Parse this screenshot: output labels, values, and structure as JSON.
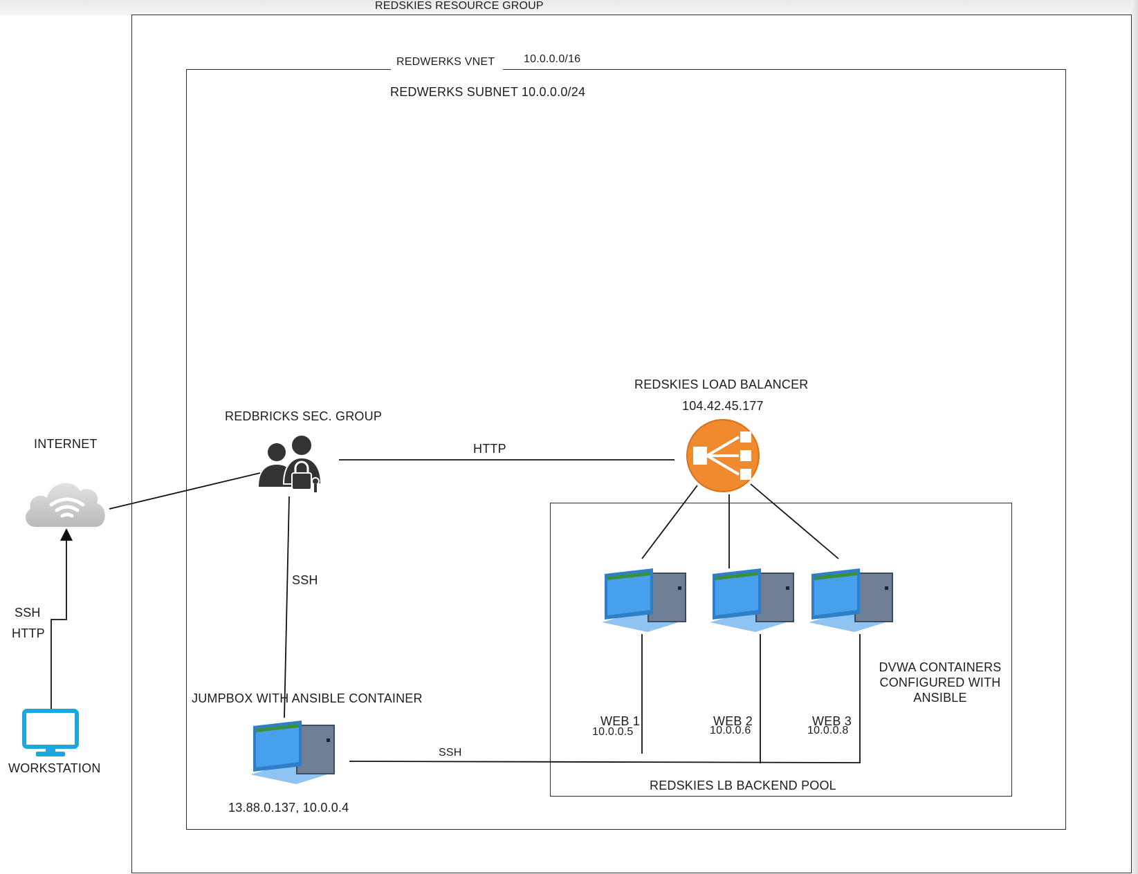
{
  "resource_group": {
    "label": "REDSKIES RESOURCE GROUP"
  },
  "vnet": {
    "label": "REDWERKS VNET",
    "cidr": "10.0.0.0/16"
  },
  "subnet": {
    "label": "REDWERKS SUBNET 10.0.0.0/24"
  },
  "internet": {
    "label": "INTERNET"
  },
  "workstation": {
    "label": "WORKSTATION",
    "link_labels": [
      "SSH",
      "HTTP"
    ]
  },
  "security_group": {
    "label": "REDBRICKS SEC. GROUP"
  },
  "load_balancer": {
    "label": "REDSKIES LOAD BALANCER",
    "ip": "104.42.45.177"
  },
  "links": {
    "sg_to_lb": "HTTP",
    "sg_to_jumpbox": "SSH",
    "jumpbox_to_web": "SSH"
  },
  "jumpbox": {
    "label": "JUMPBOX WITH ANSIBLE CONTAINER",
    "ip": "13.88.0.137, 10.0.0.4"
  },
  "backend_pool": {
    "label": "REDSKIES LB BACKEND POOL",
    "note_lines": [
      "DVWA CONTAINERS",
      "CONFIGURED WITH",
      "ANSIBLE"
    ]
  },
  "web_servers": [
    {
      "name": "WEB 1",
      "ip": "10.0.0.5"
    },
    {
      "name": "WEB 2",
      "ip": "10.0.0.6"
    },
    {
      "name": "WEB 3",
      "ip": "10.0.0.8"
    }
  ],
  "colors": {
    "load_balancer": "#f08a2e",
    "workstation": "#1ba8df",
    "cloud": "#c9c9c9",
    "people": "#333333"
  }
}
